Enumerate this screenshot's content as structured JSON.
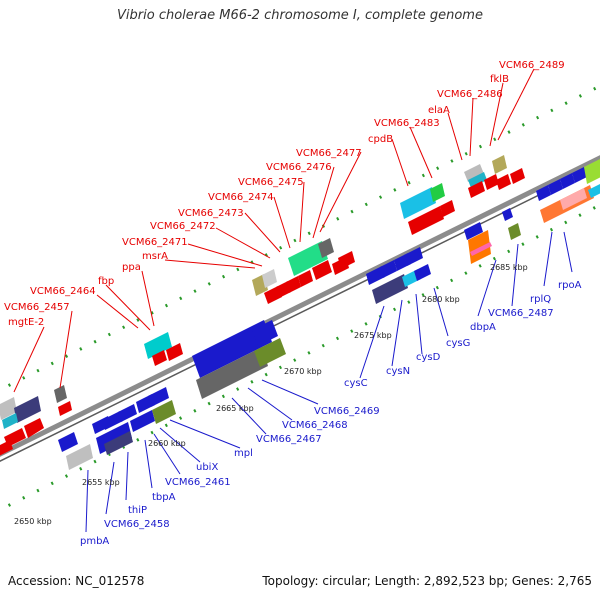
{
  "title": "Vibrio cholerae M66-2 chromosome I, complete genome",
  "footer": {
    "accession": "Accession: NC_012578",
    "stats": "Topology: circular; Length: 2,892,523 bp; Genes: 2,765"
  },
  "colors": {
    "top_label": "#e60000",
    "bottom_label": "#1a1acc",
    "backbone": "#8c8c8c",
    "ticks": "#2a9a2a"
  },
  "scale_labels": [
    "2650 kbp",
    "2655 kbp",
    "2660 kbp",
    "2665 kbp",
    "2670 kbp",
    "2675 kbp",
    "2680 kbp",
    "2685 kbp"
  ],
  "top_labels": [
    "mgtE-2",
    "VCM66_2457",
    "VCM66_2464",
    "fbp",
    "ppa",
    "msrA",
    "VCM66_2471",
    "VCM66_2472",
    "VCM66_2473",
    "VCM66_2474",
    "VCM66_2475",
    "VCM66_2476",
    "VCM66_2477",
    "cpdB",
    "VCM66_2483",
    "elaA",
    "VCM66_2486",
    "fklB",
    "VCM66_2489"
  ],
  "bottom_labels": [
    "pmbA",
    "VCM66_2458",
    "thiP",
    "tbpA",
    "VCM66_2461",
    "ubiX",
    "mpl",
    "VCM66_2467",
    "VCM66_2468",
    "VCM66_2469",
    "cysC",
    "cysN",
    "cysD",
    "cysG",
    "dbpA",
    "VCM66_2487",
    "rplQ",
    "rpoA"
  ]
}
